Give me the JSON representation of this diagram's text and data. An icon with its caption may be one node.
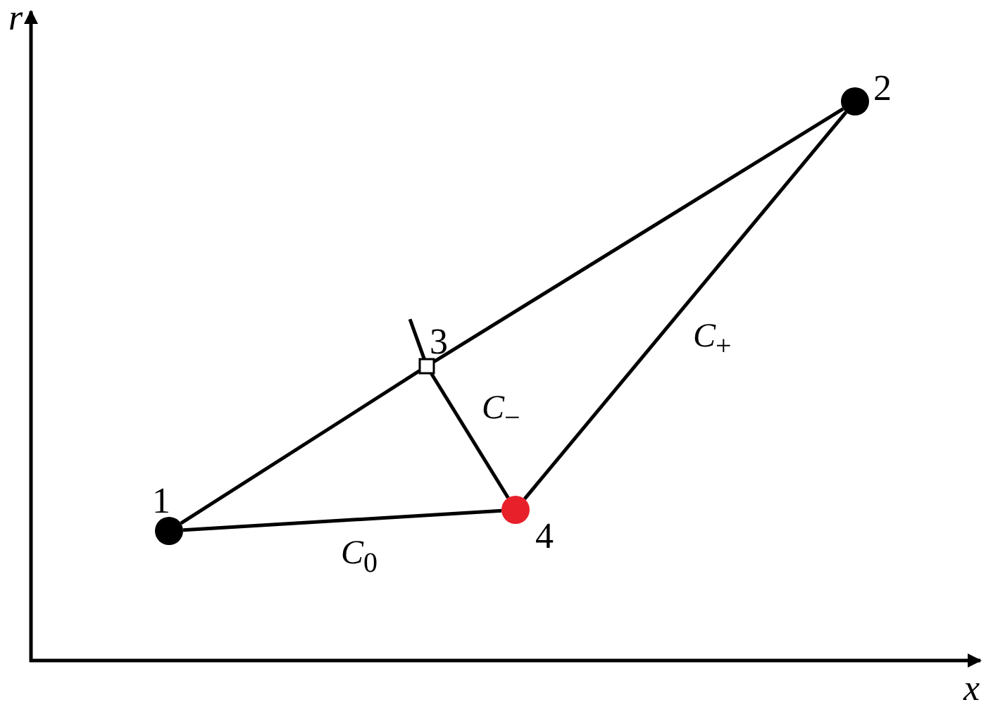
{
  "diagram": {
    "nodes": [
      {
        "text": [],
        "shape": "circle",
        "beside": [
          "1"
        ]
      },
      {
        "text": [],
        "shape": "circle",
        "beside": [
          "2"
        ]
      },
      {
        "text": [],
        "shape": "box",
        "beside": [
          "3"
        ]
      },
      {
        "text": [],
        "shape": "circle",
        "beside": [
          "4"
        ]
      }
    ],
    "edges": [
      {
        "from": 0,
        "to": 2,
        "arrow": "none"
      },
      {
        "from": 2,
        "to": 1,
        "arrow": "none"
      },
      {
        "from": 0,
        "to": 3,
        "arrow": "none",
        "label": "*C*$_{0}$"
      },
      {
        "from": 1,
        "to": 3,
        "arrow": "none",
        "label": "*C*$_{+}$"
      },
      {
        "from": 2,
        "to": 3,
        "arrow": "none",
        "label": "*C*$_{−}$"
      }
    ],
    "labels": [
      "r",
      "x"
    ]
  }
}
